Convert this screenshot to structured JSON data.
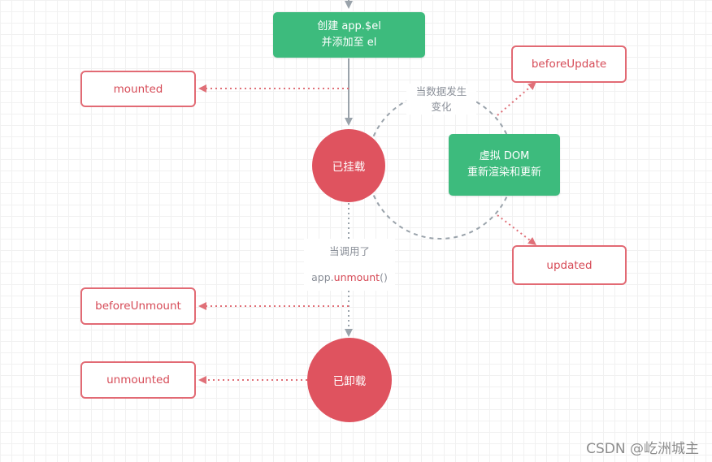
{
  "nodes": {
    "create_el": {
      "line1": "创建 app.$el",
      "line2": "并添加至 el"
    },
    "vdom_rerender": {
      "line1": "虚拟 DOM",
      "line2": "重新渲染和更新"
    },
    "mounted_state": "已挂载",
    "unmounted_state": "已卸载"
  },
  "hooks": {
    "mounted": "mounted",
    "before_update": "beforeUpdate",
    "updated": "updated",
    "before_unmount": "beforeUnmount",
    "unmounted": "unmounted"
  },
  "labels": {
    "data_change_line1": "当数据发生",
    "data_change_line2": "变化",
    "unmount_call_line1": "当调用了",
    "unmount_call_prefix": "app.",
    "unmount_call_method": "unmount",
    "unmount_call_suffix": "()"
  },
  "watermark": "CSDN @屹洲城主",
  "colors": {
    "green": "#3dbb7d",
    "red": "#df535f",
    "hook_border": "#e26a74",
    "gray_line": "#9aa3ab"
  }
}
